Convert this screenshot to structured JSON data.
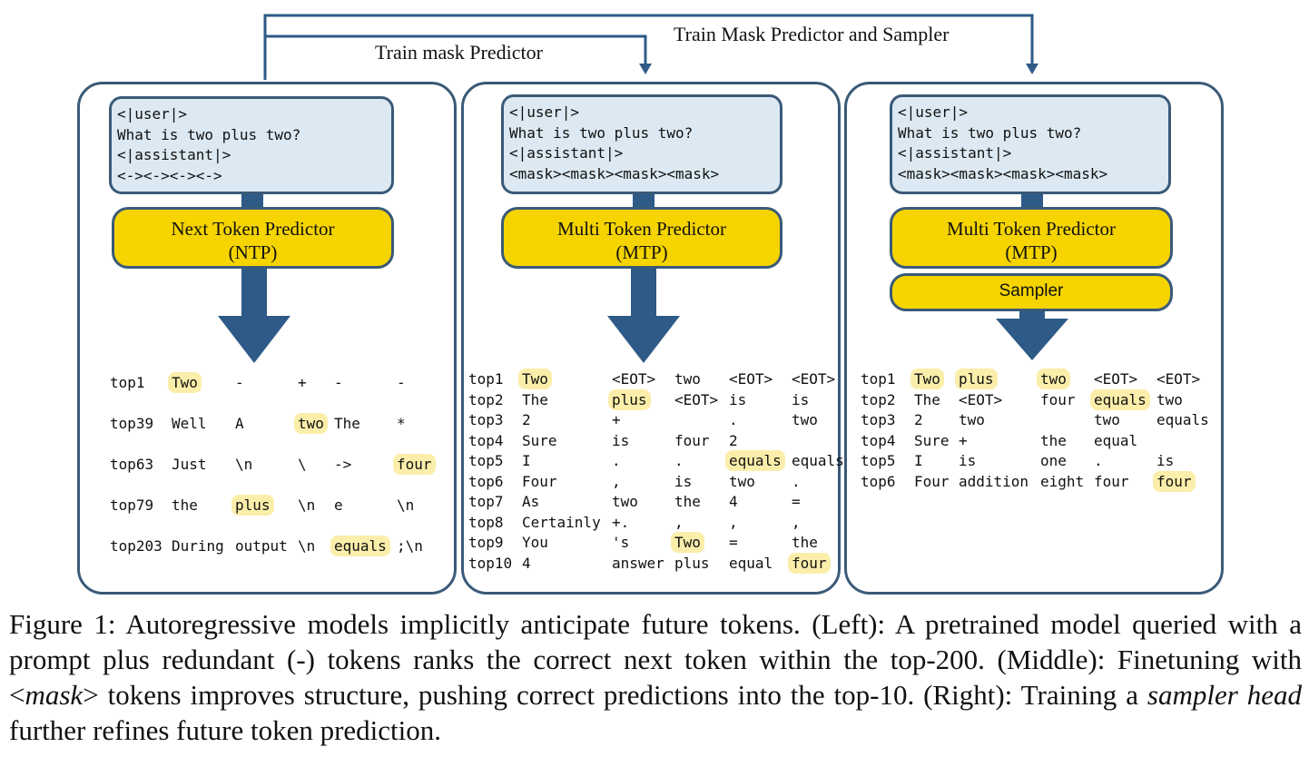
{
  "labels": {
    "train_mask": "Train mask Predictor",
    "train_mask_sampler": "Train Mask Predictor and Sampler"
  },
  "colors": {
    "border": "#3a5a78",
    "arrow": "#2e5a87",
    "prompt_bg": "#dce9f2",
    "predictor_bg": "#f5d400",
    "highlight": "#fbeeaa"
  },
  "left": {
    "prompt": "<|user|>\nWhat is two plus two?\n<|assistant|>\n<-><-><-><->",
    "predictor": [
      "Next Token Predictor",
      "(NTP)"
    ],
    "rows": [
      {
        "label": "top1",
        "tokens": [
          "Two",
          "-",
          "+",
          "-",
          "-"
        ],
        "hl": [
          0
        ]
      },
      {
        "label": "top39",
        "tokens": [
          "Well",
          "A",
          "two",
          "The",
          "*"
        ],
        "hl": [
          2
        ]
      },
      {
        "label": "top63",
        "tokens": [
          "Just",
          "\\n",
          "\\",
          "->",
          "four"
        ],
        "hl": [
          4
        ]
      },
      {
        "label": "top79",
        "tokens": [
          "the",
          "plus",
          "\\n",
          "e",
          "\\n"
        ],
        "hl": [
          1
        ]
      },
      {
        "label": "top203",
        "tokens": [
          "During",
          "output",
          "\\n",
          "equals",
          ";\\n"
        ],
        "hl": [
          3
        ]
      }
    ]
  },
  "middle": {
    "prompt": "<|user|>\nWhat is two plus two?\n<|assistant|>\n<mask><mask><mask><mask>",
    "predictor": [
      "Multi Token Predictor",
      "(MTP)"
    ],
    "rows": [
      {
        "label": "top1",
        "tokens": [
          "Two",
          "<EOT>",
          "two",
          "<EOT>",
          "<EOT>"
        ],
        "hl": [
          0
        ]
      },
      {
        "label": "top2",
        "tokens": [
          "The",
          "plus",
          "<EOT>",
          "is",
          "is"
        ],
        "hl": [
          1
        ]
      },
      {
        "label": "top3",
        "tokens": [
          "2",
          "+",
          "",
          ".",
          "two"
        ],
        "hl": []
      },
      {
        "label": "top4",
        "tokens": [
          "Sure",
          "is",
          "four",
          "2",
          ""
        ],
        "hl": []
      },
      {
        "label": "top5",
        "tokens": [
          "I",
          ".",
          ".",
          "equals",
          "equals"
        ],
        "hl": [
          3
        ]
      },
      {
        "label": "top6",
        "tokens": [
          "Four",
          ",",
          "is",
          "two",
          "."
        ],
        "hl": []
      },
      {
        "label": "top7",
        "tokens": [
          "As",
          "two",
          "the",
          "4",
          "="
        ],
        "hl": []
      },
      {
        "label": "top8",
        "tokens": [
          "Certainly",
          "+.",
          ",",
          ",",
          ","
        ],
        "hl": []
      },
      {
        "label": "top9",
        "tokens": [
          "You",
          "'s",
          "Two",
          "=",
          "the"
        ],
        "hl": [
          2
        ]
      },
      {
        "label": "top10",
        "tokens": [
          "4",
          "answer",
          "plus",
          "equal",
          "four"
        ],
        "hl": [
          4
        ]
      }
    ]
  },
  "right": {
    "prompt": "<|user|>\nWhat is two plus two?\n<|assistant|>\n<mask><mask><mask><mask>",
    "predictor": [
      "Multi Token Predictor",
      "(MTP)"
    ],
    "sampler": "Sampler",
    "rows": [
      {
        "label": "top1",
        "tokens": [
          "Two",
          "plus",
          "two",
          "<EOT>",
          "<EOT>"
        ],
        "hl": [
          0,
          1,
          2
        ]
      },
      {
        "label": "top2",
        "tokens": [
          "The",
          "<EOT>",
          "four",
          "equals",
          "two"
        ],
        "hl": [
          3
        ]
      },
      {
        "label": "top3",
        "tokens": [
          "2",
          "two",
          "",
          "two",
          "equals"
        ],
        "hl": []
      },
      {
        "label": "top4",
        "tokens": [
          "Sure",
          "+",
          "the",
          "equal",
          ""
        ],
        "hl": []
      },
      {
        "label": "top5",
        "tokens": [
          "I",
          "is",
          "one",
          ".",
          "is"
        ],
        "hl": []
      },
      {
        "label": "top6",
        "tokens": [
          "Four",
          "addition",
          "eight",
          "four",
          "four"
        ],
        "hl": [
          4
        ]
      }
    ]
  },
  "caption": {
    "p1": "Figure 1: Autoregressive models implicitly anticipate future tokens. (Left): A pretrained model queried with a prompt plus redundant (-) tokens ranks the correct next token within the top-200. (Middle): Finetuning with <",
    "mask": "mask",
    "p2": "> tokens improves structure, pushing correct predictions into the top-10. (Right): Training a ",
    "sampler_head": "sampler head",
    "p3": " further refines future token prediction."
  }
}
